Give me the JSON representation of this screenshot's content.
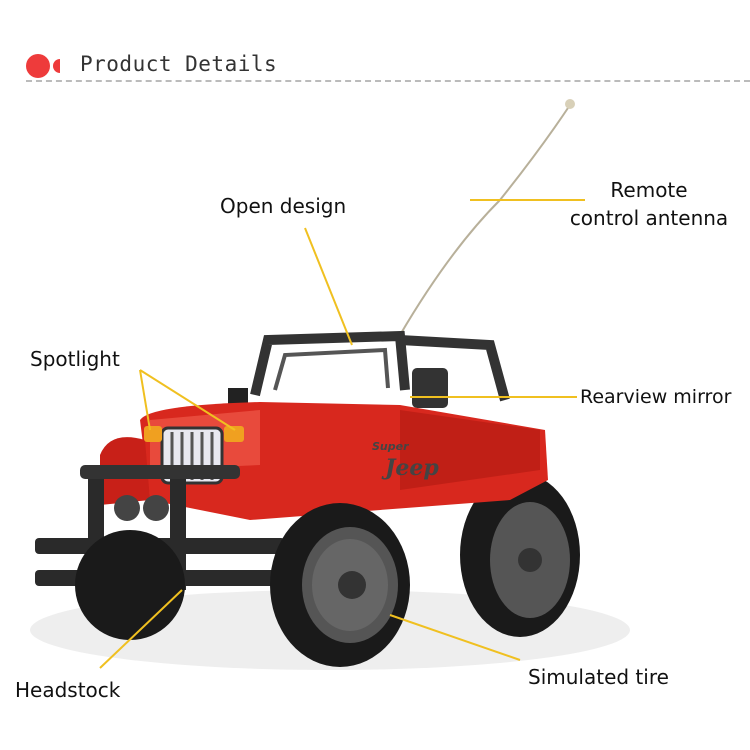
{
  "header": {
    "title": "Product Details",
    "accent_color": "#ee3b3b"
  },
  "product": {
    "brand_text": "Super Jeep"
  },
  "callouts": {
    "open_design": "Open design",
    "antenna_line1": "Remote",
    "antenna_line2": "control antenna",
    "spotlight": "Spotlight",
    "rearview_mirror": "Rearview mirror",
    "headstock": "Headstock",
    "simulated_tire": "Simulated tire",
    "line_color": "#f0c020"
  }
}
